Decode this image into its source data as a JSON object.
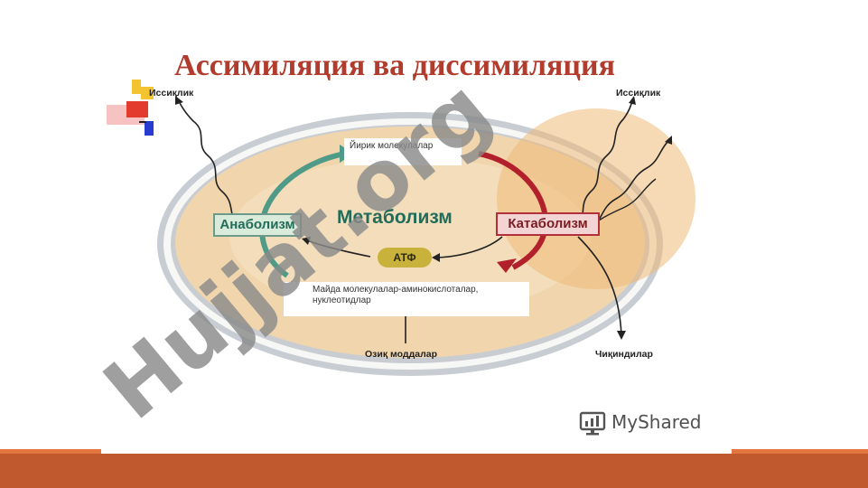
{
  "title": "Ассимиляция ва диссимиляция",
  "labels": {
    "heat_left": "Иссиқлик",
    "heat_right": "Иссиқлик",
    "large_molecules": "Йирик молекулалар",
    "anabolism": "Анаболизм",
    "metabolism": "Метаболизм",
    "catabolism": "Катаболизм",
    "atp": "АТФ",
    "small_molecules_line1": "Майда молекулалар-аминокислоталар,",
    "small_molecules_line2": "нуклеотидлар",
    "nutrients": "Озиқ моддалар",
    "waste": "Чиқиндилар"
  },
  "watermark": "Hujjat.org",
  "brand": {
    "name": "MyShared",
    "icon": "myshared-logo-icon"
  },
  "colors": {
    "title": "#b13b2c",
    "anabolism": "#236c59",
    "catabolism": "#b2303b",
    "cell": "#f1d6ad",
    "footer": "#c05a2e"
  }
}
